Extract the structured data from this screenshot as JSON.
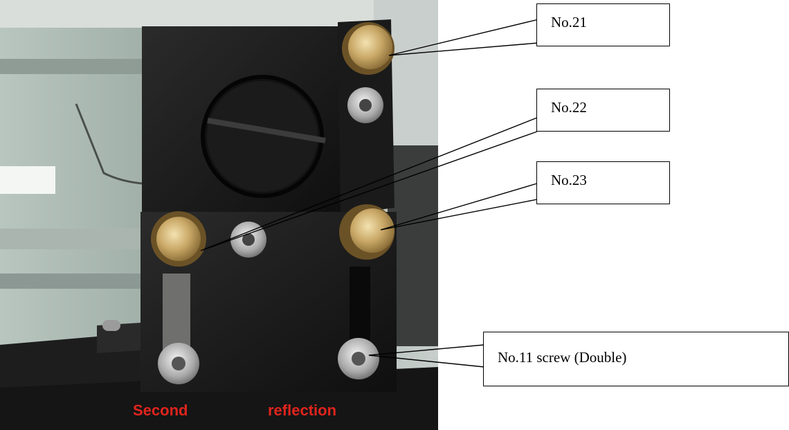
{
  "photo": {
    "subject": "laser mirror mount with brass adjustment knobs",
    "caption": {
      "left_word": "Second",
      "right_word": "reflection",
      "color": "#e0241d"
    }
  },
  "callouts": [
    {
      "id": "no21",
      "label": "No.21"
    },
    {
      "id": "no22",
      "label": "No.22"
    },
    {
      "id": "no23",
      "label": "No.23"
    },
    {
      "id": "no11",
      "label": "No.11 screw (Double)"
    }
  ]
}
